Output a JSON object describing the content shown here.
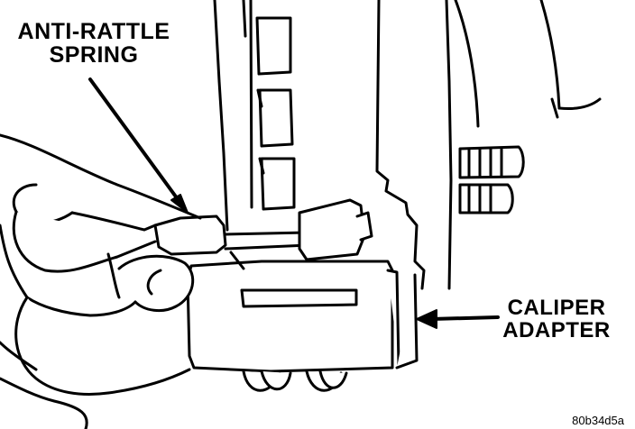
{
  "callouts": {
    "anti_rattle_spring": {
      "line1": "ANTI-RATTLE",
      "line2": "SPRING"
    },
    "caliper_adapter": {
      "line1": "CALIPER",
      "line2": "ADAPTER"
    }
  },
  "figure_code": "80b34d5a",
  "colors": {
    "ink": "#000000",
    "paper": "#ffffff"
  }
}
